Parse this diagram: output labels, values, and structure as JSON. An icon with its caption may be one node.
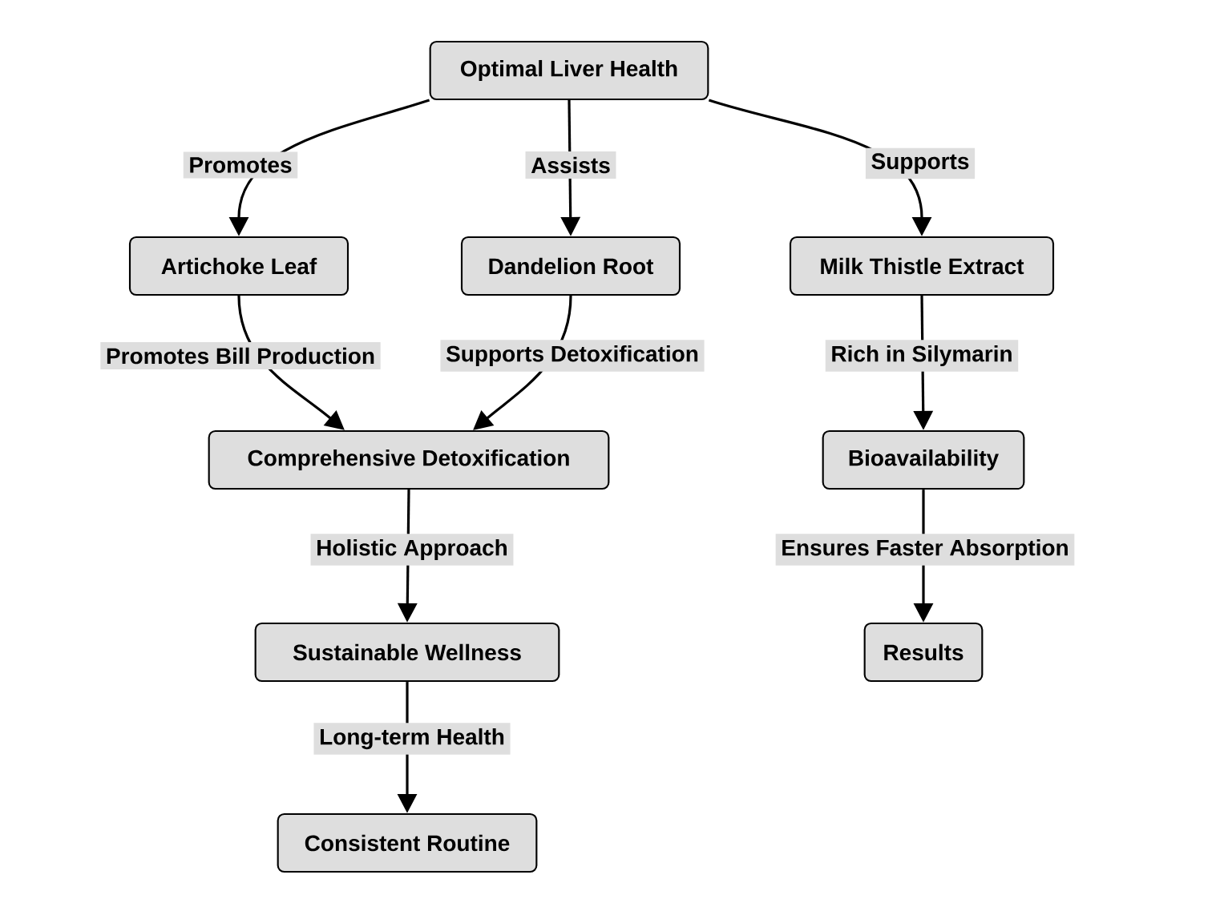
{
  "diagram": {
    "nodes": [
      {
        "text": [
          "Optimal Liver Health"
        ]
      },
      {
        "text": [
          "Artichoke Leaf"
        ]
      },
      {
        "text": [
          "Dandelion Root"
        ]
      },
      {
        "text": [
          "Milk Thistle Extract"
        ]
      },
      {
        "text": [
          "Comprehensive Detoxification"
        ]
      },
      {
        "text": [
          "Bioavailability"
        ]
      },
      {
        "text": [
          "Sustainable Wellness"
        ]
      },
      {
        "text": [
          "Results"
        ]
      },
      {
        "text": [
          "Consistent Routine"
        ]
      }
    ],
    "edges": [
      {
        "from": 0,
        "to": 1,
        "arrow": "to",
        "label": "Promotes"
      },
      {
        "from": 0,
        "to": 2,
        "arrow": "to",
        "label": "Assists"
      },
      {
        "from": 0,
        "to": 3,
        "arrow": "to",
        "label": "Supports"
      },
      {
        "from": 1,
        "to": 4,
        "arrow": "to",
        "label": "Promotes Bill Production"
      },
      {
        "from": 2,
        "to": 4,
        "arrow": "to",
        "label": "Supports Detoxification"
      },
      {
        "from": 3,
        "to": 5,
        "arrow": "to",
        "label": "Rich in Silymarin"
      },
      {
        "from": 4,
        "to": 6,
        "arrow": "to",
        "label": "Holistic Approach"
      },
      {
        "from": 5,
        "to": 7,
        "arrow": "to",
        "label": "Ensures Faster Absorption"
      },
      {
        "from": 6,
        "to": 8,
        "arrow": "to",
        "label": "Long-term Health"
      }
    ]
  }
}
